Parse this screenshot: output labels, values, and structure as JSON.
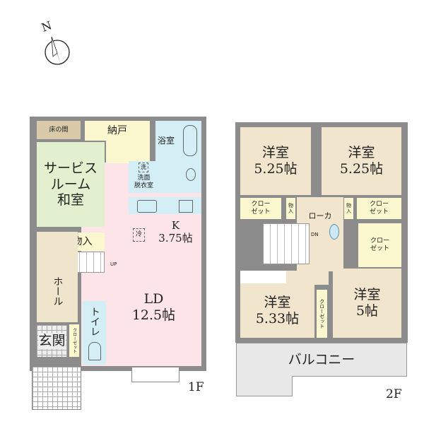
{
  "compass": {
    "label": "N",
    "icon": "north-arrow-icon"
  },
  "floor1": {
    "label": "1F",
    "rooms": {
      "tokonoma": "床の間",
      "nando": "納戸",
      "bath": "浴室",
      "service_room": "サービス\nルーム\n和室",
      "wash_icon": "洗",
      "washroom": "洗面\n脱衣室",
      "kitchen": "K\n3.75帖",
      "fridge_icon": "冷",
      "storage": "物入",
      "up": "UP",
      "hall": "ホール",
      "toilet": "トイレ",
      "entrance": "玄関",
      "closet": "クローゼット",
      "ld": "LD\n12.5帖"
    }
  },
  "floor2": {
    "label": "2F",
    "rooms": {
      "western_tl": "洋室\n5.25帖",
      "western_tr": "洋室\n5.25帖",
      "closet_l": "クロー\nゼット",
      "storage_l": "物\n入",
      "corridor": "ローカ",
      "dn": "DN",
      "storage_r": "物\n入",
      "closet_r": "クロー\nゼット",
      "closet_mid": "クロー\nゼット",
      "western_bl": "洋室\n5.33帖",
      "closet_v": "クローゼット",
      "western_br": "洋室\n5帖",
      "balcony": "バルコニー"
    }
  },
  "colors": {
    "wall": "#8c8c8c",
    "western": "#f1e6cd",
    "closet": "#fbf8d0",
    "wet": "#d4eef5",
    "ld": "#fde4e8",
    "washitsu": "#e2f0cf",
    "balcony": "#e8e8e8"
  }
}
